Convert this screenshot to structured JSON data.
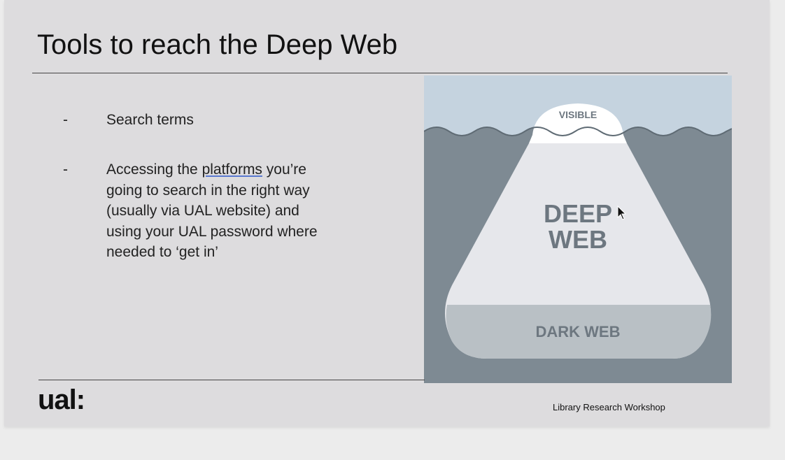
{
  "slide": {
    "title": "Tools to reach the Deep Web",
    "bullets": [
      {
        "dash": "-",
        "text": "Search terms"
      },
      {
        "dash": "-",
        "text_pre": "Accessing the ",
        "text_link": "platforms",
        "text_post": " you’re going to search in the right way (usually via UAL website) and using your UAL password where needed to ‘get in’"
      }
    ],
    "logo": "ual:",
    "footer": "Library Research Workshop"
  },
  "diagram": {
    "visible_label": "VISIBLE",
    "deep_label_1": "DEEP",
    "deep_label_2": "WEB",
    "dark_label": "DARK WEB",
    "colors": {
      "sky": "#c5d3df",
      "water": "#7e8a93",
      "ice": "#e6e7eb",
      "dark": "#b9c0c5",
      "text": "#6d7780"
    }
  }
}
